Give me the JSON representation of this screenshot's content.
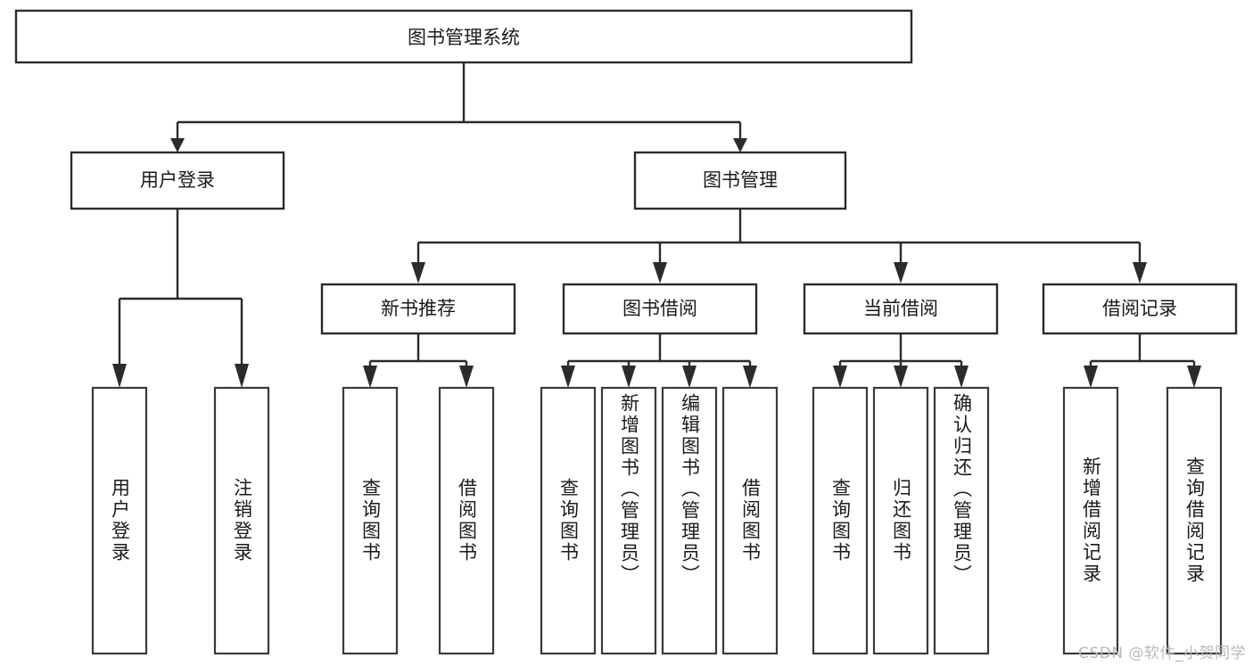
{
  "diagram": {
    "title": "图书管理系统",
    "type": "hierarchy-tree",
    "watermark": "CSDN @软件_小贺同学",
    "colors": {
      "background": "#ffffff",
      "box_stroke": "#2b2b2b",
      "box_fill": "#ffffff",
      "text": "#1a1a1a",
      "connector": "#2b2b2b",
      "watermark_text": "#b9b9b9"
    },
    "root": {
      "label": "图书管理系统",
      "children": [
        {
          "label": "用户登录",
          "children": [
            {
              "label": "用户登录"
            },
            {
              "label": "注销登录"
            }
          ]
        },
        {
          "label": "图书管理",
          "children": [
            {
              "label": "新书推荐",
              "children": [
                {
                  "label": "查询图书"
                },
                {
                  "label": "借阅图书"
                }
              ]
            },
            {
              "label": "图书借阅",
              "children": [
                {
                  "label": "查询图书"
                },
                {
                  "label": "新增图书（管理员）"
                },
                {
                  "label": "编辑图书（管理员）"
                },
                {
                  "label": "借阅图书"
                }
              ]
            },
            {
              "label": "当前借阅",
              "children": [
                {
                  "label": "查询图书"
                },
                {
                  "label": "归还图书"
                },
                {
                  "label": "确认归还（管理员）"
                }
              ]
            },
            {
              "label": "借阅记录",
              "children": [
                {
                  "label": "新增借阅记录"
                },
                {
                  "label": "查询借阅记录"
                }
              ]
            }
          ]
        }
      ]
    },
    "nodes": {
      "root_title": "图书管理系统",
      "l1_user_login": "用户登录",
      "l1_book_mgmt": "图书管理",
      "l2_new_book_rec": "新书推荐",
      "l2_book_borrow": "图书借阅",
      "l2_current_borrow": "当前借阅",
      "l2_borrow_record": "借阅记录",
      "leaf_user_login": "用户登录",
      "leaf_logout": "注销登录",
      "leaf_query_book_a": "查询图书",
      "leaf_borrow_book_a": "借阅图书",
      "leaf_query_book_b": "查询图书",
      "leaf_add_book_admin": "新增图书（管理员）",
      "leaf_edit_book_admin": "编辑图书（管理员）",
      "leaf_borrow_book_b": "借阅图书",
      "leaf_query_book_c": "查询图书",
      "leaf_return_book": "归还图书",
      "leaf_confirm_return_admin": "确认归还（管理员）",
      "leaf_add_borrow_record": "新增借阅记录",
      "leaf_query_borrow_record": "查询借阅记录"
    }
  }
}
